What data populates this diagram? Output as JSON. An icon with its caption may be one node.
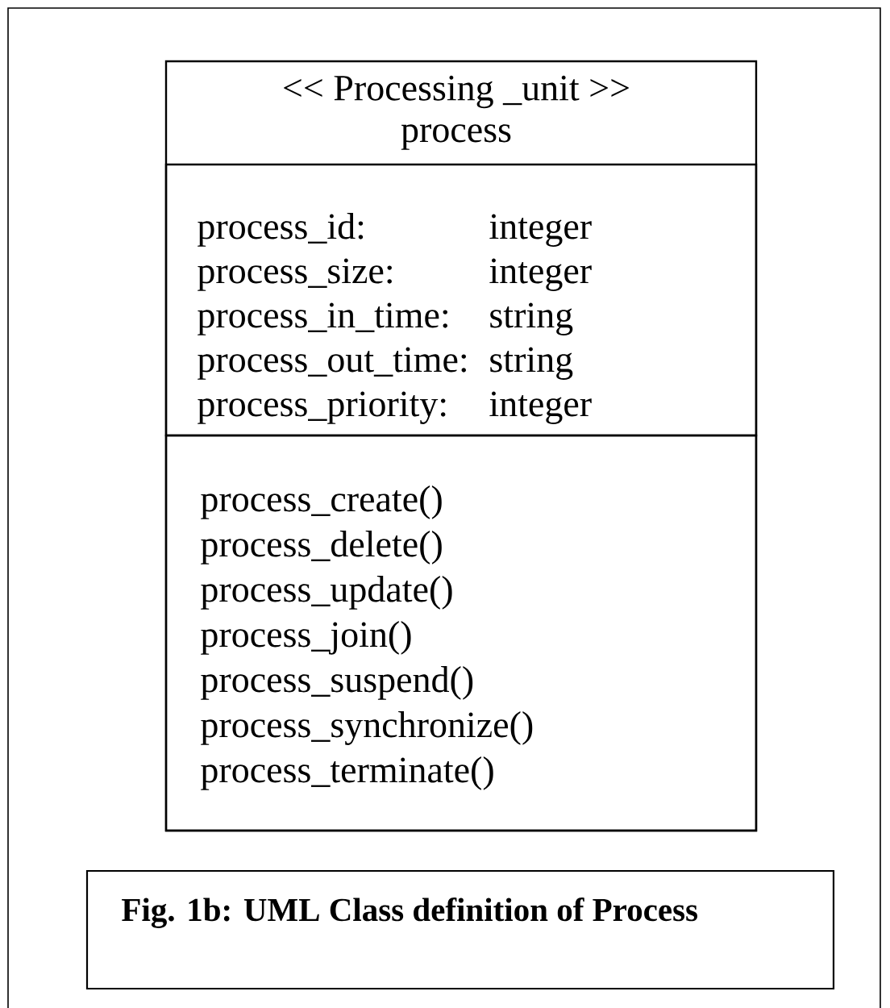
{
  "diagram": {
    "caption": "Fig. 1b: UML Class definition of Process",
    "nodes": [
      {
        "text": [
          "<< Processing _unit >>",
          "process"
        ]
      },
      {
        "text": [
          "process_id:",
          "integer",
          "process_size:",
          "integer",
          "process_in_time:",
          "string",
          "process_out_time:",
          "string",
          "process_priority:",
          "integer"
        ],
        "in": 0
      },
      {
        "text": [
          "process_create()",
          "process_delete()",
          "process_update()",
          "process_join()",
          "process_suspend()",
          "process_synchronize()",
          "process_terminate()"
        ],
        "in": 0
      }
    ]
  }
}
